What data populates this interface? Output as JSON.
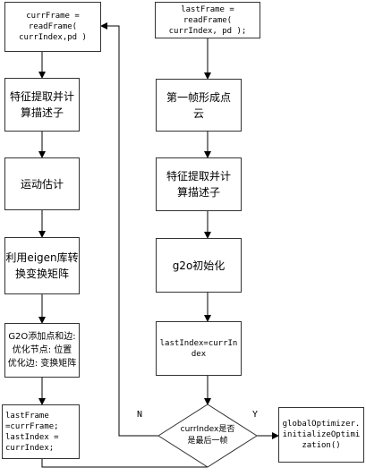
{
  "nodes": {
    "curr_frame": "currFrame =\nreadFrame(\ncurrIndex,pd )",
    "feature_left": "特征提取并计\n算描述子",
    "motion_estimation": "运动估计",
    "eigen_transform": "利用eigen库转\n换变换矩阵",
    "g2o_add": "G2O添加点和边:\n优化节点: 位置\n优化边: 变换矩阵",
    "update_last": "lastFrame\n=currFrame;\nlastIndex =\ncurrIndex;",
    "last_frame": "lastFrame =\nreadFrame(\ncurrIndex, pd );",
    "first_frame": "第一帧形成点\n云",
    "feature_right": "特征提取并计\n算描述子",
    "g2o_init": "g2o初始化",
    "last_index": "lastIndex=currIn\ndex",
    "decision": "currIndex是否\n是最后一帧",
    "global_opt": "globalOptimizer.\ninitializeOptimi\nzation()"
  },
  "edge_labels": {
    "no": "N",
    "yes": "Y"
  }
}
